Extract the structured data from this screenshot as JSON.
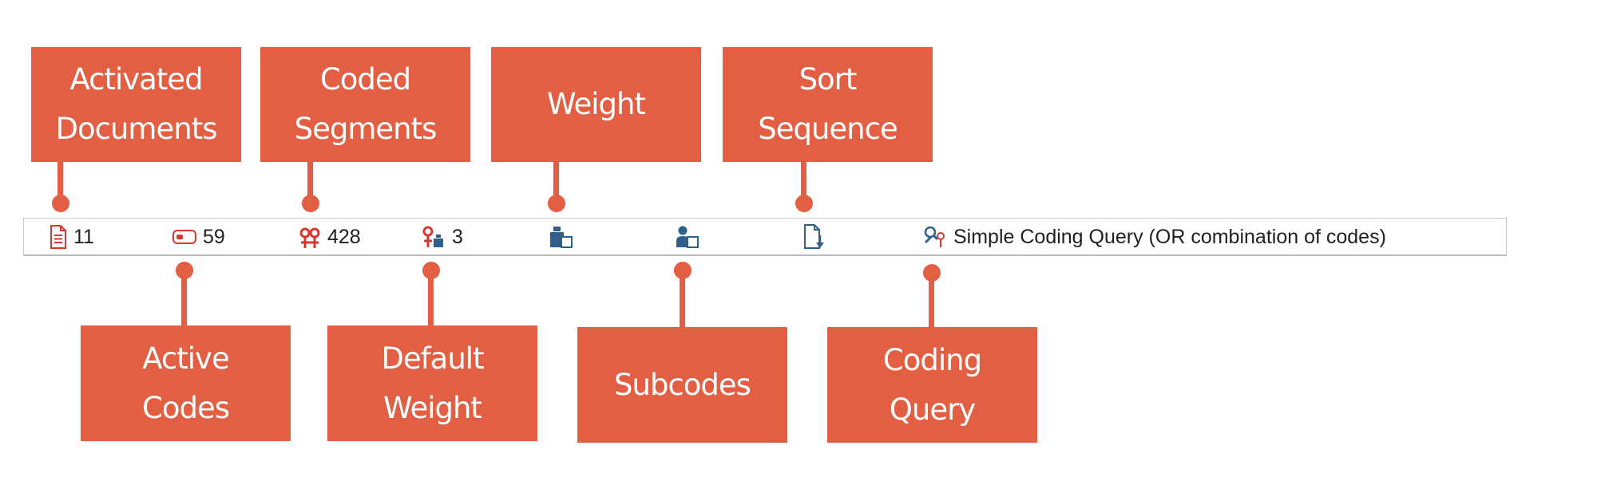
{
  "callouts": {
    "activated_documents": "Activated\nDocuments",
    "coded_segments": "Coded\nSegments",
    "weight": "Weight",
    "sort_sequence": "Sort\nSequence",
    "active_codes": "Active\nCodes",
    "default_weight": "Default\nWeight",
    "subcodes": "Subcodes",
    "coding_query": "Coding\nQuery"
  },
  "status_bar": {
    "documents_count": "11",
    "codes_count": "59",
    "segments_count": "428",
    "default_weight_value": "3",
    "query_label": "Simple Coding Query (OR combination of codes)"
  },
  "icons": {
    "documents": "document-icon",
    "codes": "code-tag-icon",
    "segments": "coded-segments-icon",
    "default_weight": "default-weight-icon",
    "weight": "weight-filter-icon",
    "subcodes": "subcodes-icon",
    "sort": "sort-sequence-icon",
    "query": "coding-query-icon"
  },
  "colors": {
    "accent": "#e25f43",
    "icon_red": "#d9362c",
    "icon_blue": "#2f5f8a"
  }
}
